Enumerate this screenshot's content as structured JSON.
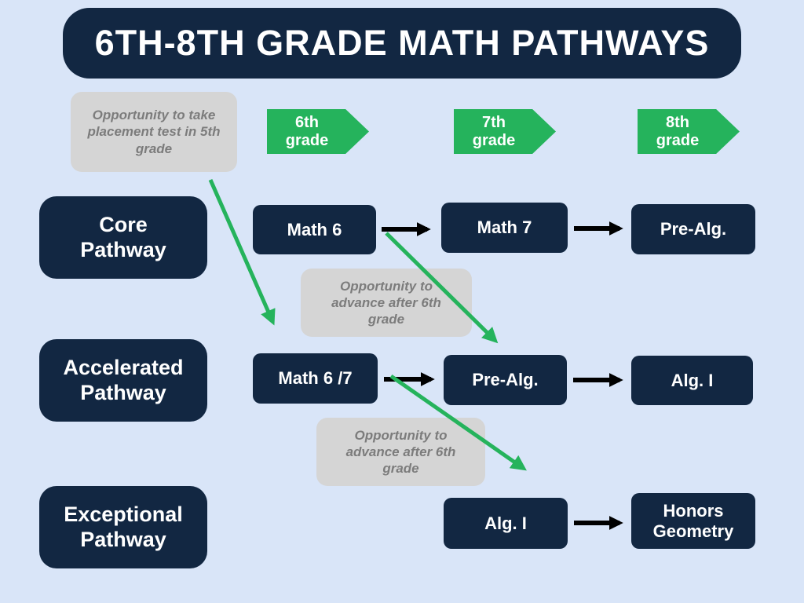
{
  "title": "6TH-8TH GRADE MATH PATHWAYS",
  "grade_markers": [
    {
      "label": "6th\ngrade"
    },
    {
      "label": "7th\ngrade"
    },
    {
      "label": "8th\ngrade"
    }
  ],
  "pathways": [
    {
      "label": "Core\nPathway"
    },
    {
      "label": "Accelerated\nPathway"
    },
    {
      "label": "Exceptional\nPathway"
    }
  ],
  "notes": {
    "placement": "Opportunity to take placement test in 5th grade",
    "advance_core": "Opportunity to advance after 6th grade",
    "advance_accelerated": "Opportunity to advance after 6th grade"
  },
  "courses": {
    "core": [
      {
        "label": "Math 6"
      },
      {
        "label": "Math 7"
      },
      {
        "label": "Pre-Alg."
      }
    ],
    "accelerated": [
      {
        "label": "Math 6 /7"
      },
      {
        "label": "Pre-Alg."
      },
      {
        "label": "Alg. I"
      }
    ],
    "exceptional": [
      {
        "label": "Alg. I"
      },
      {
        "label": "Honors\nGeometry"
      }
    ]
  },
  "colors": {
    "background": "#d9e5f8",
    "navy": "#122742",
    "green": "#25b35c",
    "note_background": "#d5d5d5",
    "note_text": "#7c7c7c",
    "arrow_black": "#000000",
    "text_white": "#ffffff"
  }
}
